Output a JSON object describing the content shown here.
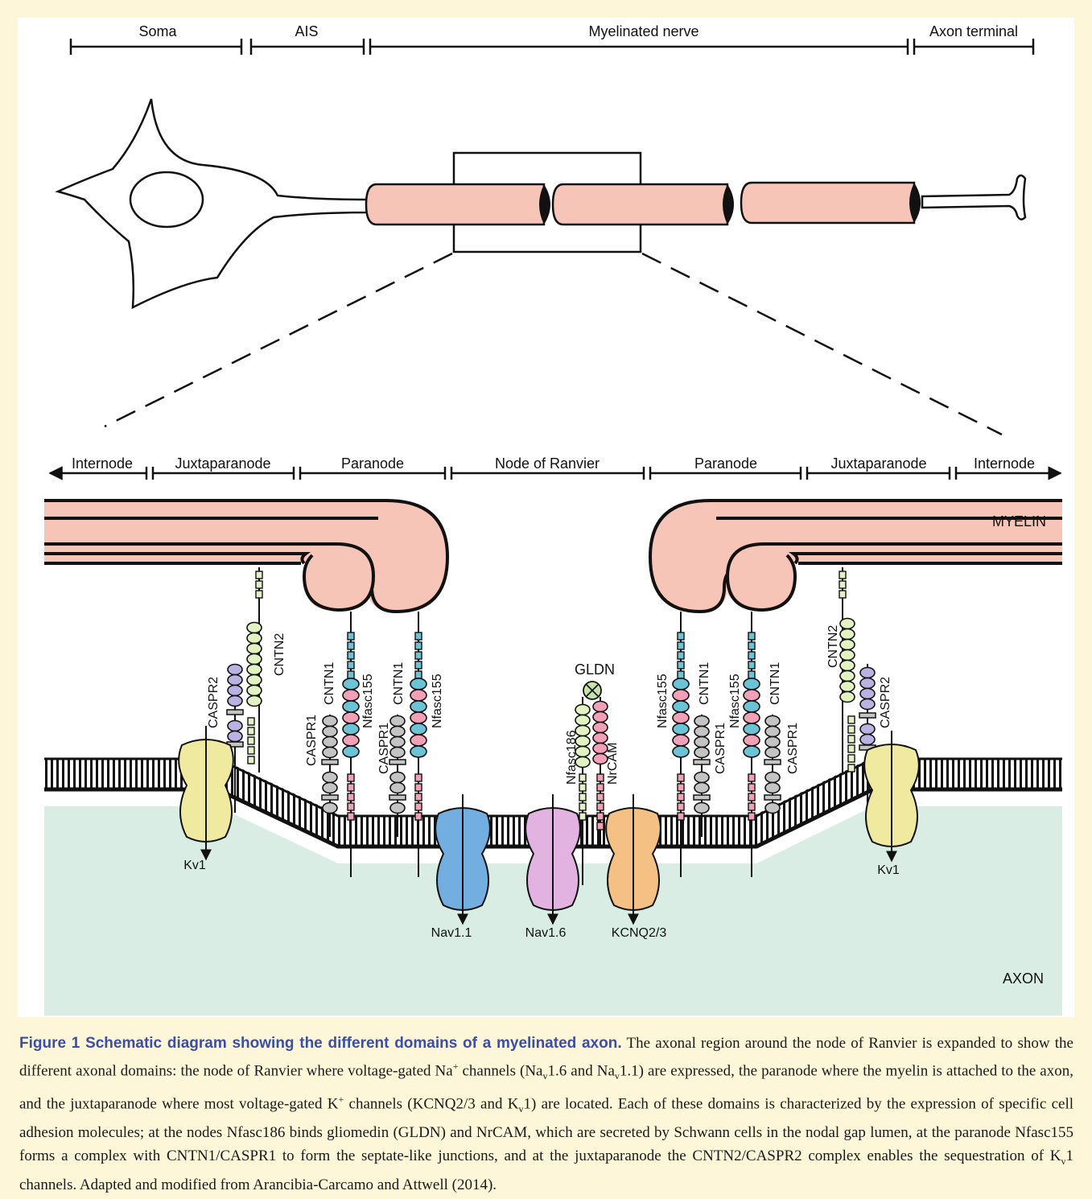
{
  "top_domains": {
    "soma": "Soma",
    "ais": "AIS",
    "myelinated_nerve": "Myelinated nerve",
    "axon_terminal": "Axon terminal"
  },
  "node_domains": {
    "internode_left": "Internode",
    "juxtaparanode_left": "Juxtaparanode",
    "paranode_left": "Paranode",
    "node_of_ranvier": "Node of Ranvier",
    "paranode_right": "Paranode",
    "juxtaparanode_right": "Juxtaparanode",
    "internode_right": "Internode"
  },
  "region_labels": {
    "myelin": "MYELIN",
    "axon": "AXON"
  },
  "proteins": {
    "caspr2": "CASPR2",
    "cntn2": "CNTN2",
    "caspr1": "CASPR1",
    "cntn1": "CNTN1",
    "nfasc155": "Nfasc155",
    "gldn": "GLDN",
    "nfasc186": "Nfasc186",
    "nrcam": "NrCAM"
  },
  "channels": {
    "kv1": "Kv1",
    "nav11": "Nav1.1",
    "nav16": "Nav1.6",
    "kcnq": "KCNQ2/3"
  },
  "colors": {
    "myelin": "#f7c4b8",
    "axon": "#d9ede4",
    "kv1": "#f0eaa0",
    "nav11": "#72aee0",
    "nav16": "#e2b2e0",
    "kcnq": "#f4c083",
    "cntn_green": "#e3f2c2",
    "nfasc_teal": "#6cc3d5",
    "nfasc_pink": "#f2a0b8",
    "caspr_grey": "#c4c4c4",
    "caspr2_purple": "#b9b2e2",
    "caption_title": "#3b4ea8"
  },
  "caption": {
    "title": "Figure 1  Schematic diagram showing the different domains of a myelinated axon.",
    "t1": "The axonal region around the node of Ranvier is expanded to show the different axonal domains: the node of Ranvier where voltage-gated Na",
    "sup_plus_1": "+",
    "t2": "channels (Na",
    "sub_v_1": "v",
    "t3": "1.6 and Na",
    "sub_v_2": "v",
    "t4": "1.1) are expressed, the paranode where the myelin is attached to the axon, and the juxtaparanode where most voltage-gated K",
    "sup_plus_2": "+",
    "t5": "channels (KCNQ2/3 and K",
    "sub_v_3": "v",
    "t6": "1) are located. Each of these domains is characterized by the expression of specific cell adhesion molecules; at the nodes Nfasc186 binds gliomedin (GLDN) and NrCAM, which are secreted by Schwann cells in the nodal gap lumen, at the paranode Nfasc155 forms a complex with CNTN1/CASPR1 to form the septate-like junctions, and at the juxtaparanode the CNTN2/CASPR2 complex enables the sequestration of K",
    "sub_v_4": "v",
    "t7": "1 channels. Adapted and modified from Arancibia-Carcamo and Attwell (2014)."
  }
}
